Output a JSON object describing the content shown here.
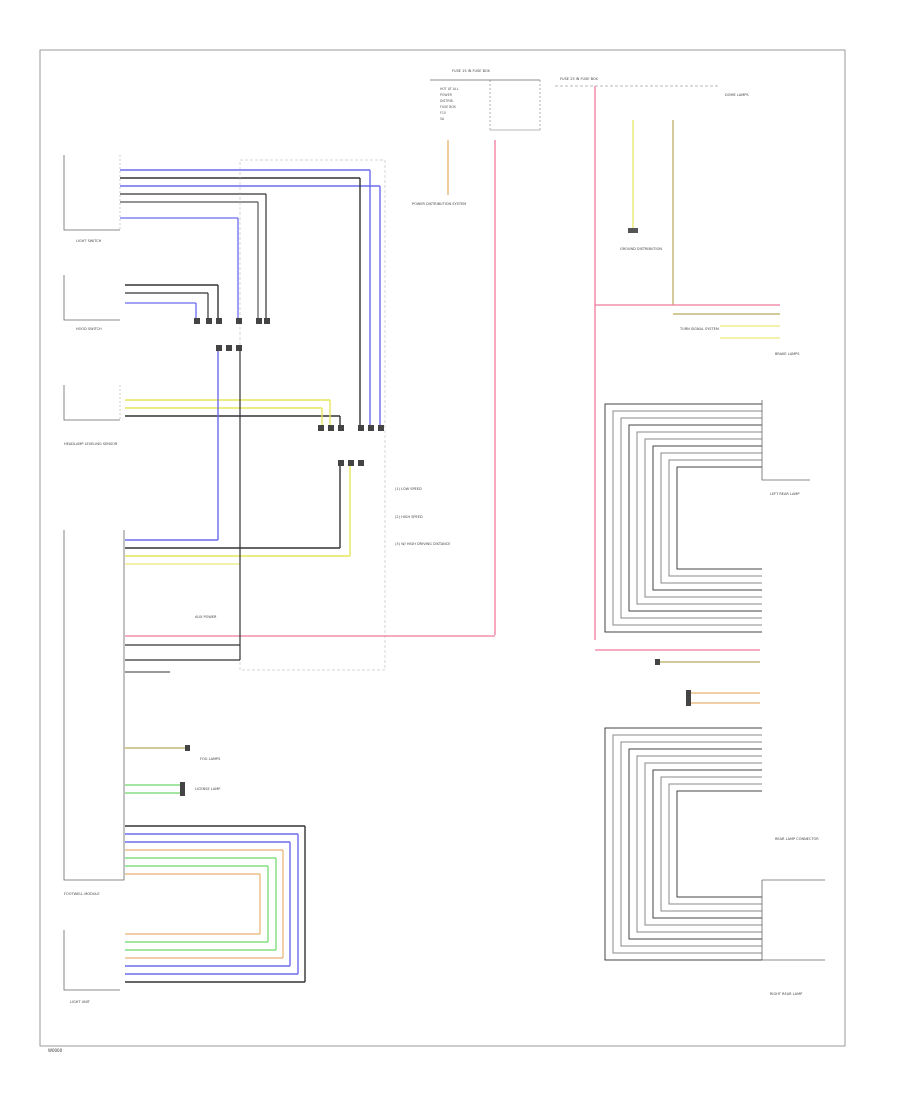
{
  "page_id": "W0000",
  "note_labels": [
    "(1) LOW SPEED",
    "(2) HIGH SPEED",
    "(3) W/ HIGH DRIVING DISTANCE"
  ],
  "components": {
    "light_switch": "LIGHT SWITCH",
    "hood_switch": "HOOD SWITCH",
    "headlamp_leveling": "HEADLAMP LEVELING SENSOR",
    "module_main": "FOOTWELL MODULE",
    "fuse_top_left": "FUSE 15 IN FUSE BOX",
    "fuse_top_right": "FUSE 25 IN FUSE BOX",
    "power_distribution": "POWER DISTRIBUTION SYSTEM",
    "ground_dist": "GROUND DISTRIBUTION",
    "cont_left_rear": "LEFT REAR LAMP",
    "cont_center_rear": "REAR LAMP CONNECTOR",
    "cont_right_rear": "RIGHT REAR LAMP",
    "lower_left_module": "LIGHT UNIT",
    "lower_right_marker": "LICENSE LAMP",
    "dome_ref": "DOME LAMPS",
    "turn_ref": "TURN SIGNAL SYSTEM",
    "brake_ref": "BRAKE LAMPS",
    "fog_ref": "FOG LAMPS",
    "aux_ref": "AUX POWER"
  },
  "colors": {
    "blue": "#6a6af0",
    "black": "#333333",
    "yellow": "#e6e65a",
    "pink": "#f07a9a",
    "orange": "#e8b070",
    "green": "#6ad86a",
    "gray": "#9a9a9a",
    "olive": "#b8a85a",
    "frame": "#aaaaaa"
  }
}
